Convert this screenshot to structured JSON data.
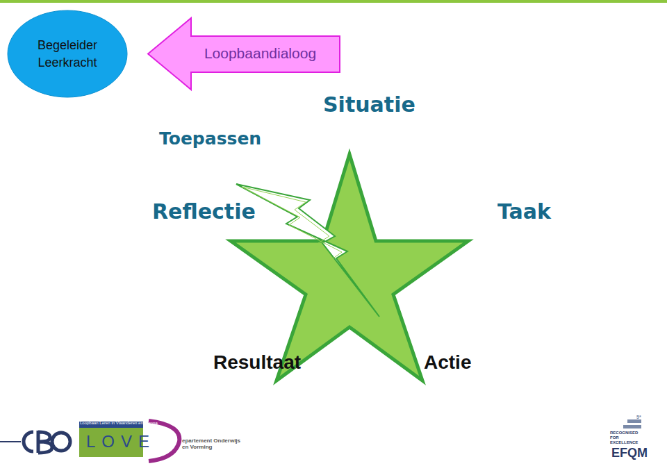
{
  "diagram": {
    "nodes": [
      {
        "text": [
          "Begeleider Leerkracht"
        ]
      },
      {
        "text": [
          "Loopbaandialoog"
        ]
      }
    ],
    "labels": [
      "Situatie",
      "Toepassen",
      "Reflectie",
      "Taak",
      "Resultaat",
      "Actie",
      "Loopbaan Leren in Vlaanderen en Europa",
      "LOVE",
      "epartement Onderwijs en Vorming",
      "5*",
      "RECOGNISED FOR EXCELLENCE",
      "EFQM"
    ]
  }
}
